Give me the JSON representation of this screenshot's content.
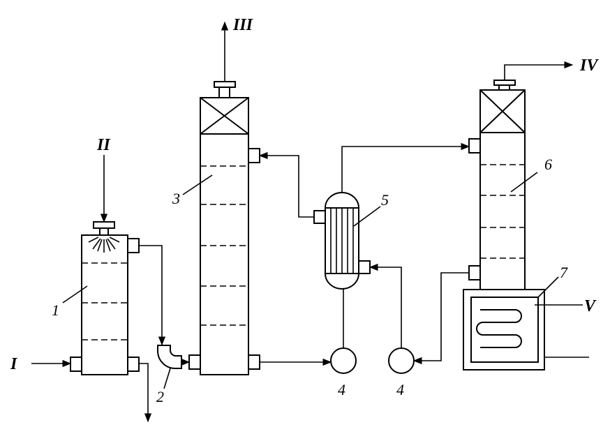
{
  "labels": {
    "scrubber": "1",
    "elbow": "2",
    "column_left": "3",
    "pump_left": "4",
    "pump_right": "4",
    "heat_exchanger": "5",
    "column_right": "6",
    "boiler": "7"
  },
  "streams": {
    "I": "I",
    "II": "II",
    "III": "III",
    "IV": "IV",
    "V": "V"
  },
  "colors": {
    "line": "#000000",
    "background": "#ffffff"
  }
}
